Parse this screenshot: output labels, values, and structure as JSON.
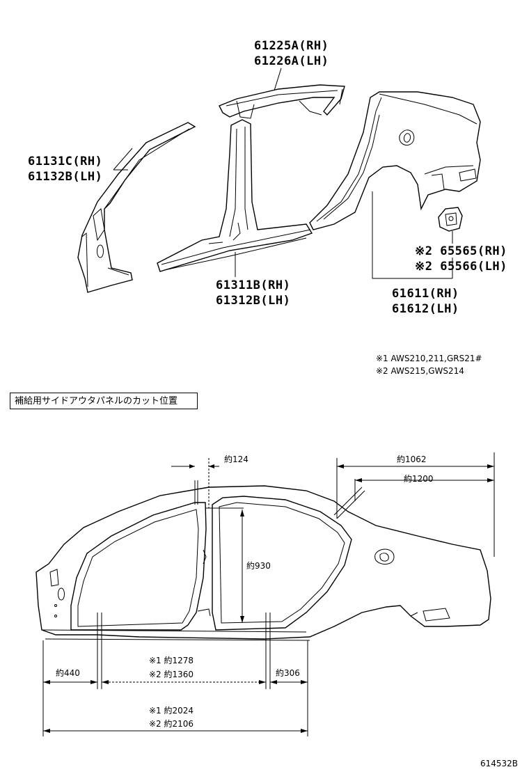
{
  "parts": {
    "roof_side_rh": "61225A(RH)",
    "roof_side_lh": "61226A(LH)",
    "front_pillar_rh": "61131C(RH)",
    "front_pillar_lh": "61132B(LH)",
    "rocker_rh": "61311B(RH)",
    "rocker_lh": "61312B(LH)",
    "bracket_rh": "※2 65565(RH)",
    "bracket_lh": "※2 65566(LH)",
    "quarter_rh": "61611(RH)",
    "quarter_lh": "61612(LH)"
  },
  "notes": {
    "note1": "※1 AWS210,211,GRS21#",
    "note2": "※2 AWS215,GWS214"
  },
  "cut_section_title": "補給用サイドアウタパネルのカット位置",
  "dimensions": {
    "d124": "約124",
    "d1062": "約1062",
    "d1200": "約1200",
    "d930": "約930",
    "d440": "約440",
    "d1278": "※1 約1278",
    "d1360": "※2 約1360",
    "d306": "約306",
    "d2024": "※1 約2024",
    "d2106": "※2 約2106"
  },
  "diagram_id": "614532B"
}
